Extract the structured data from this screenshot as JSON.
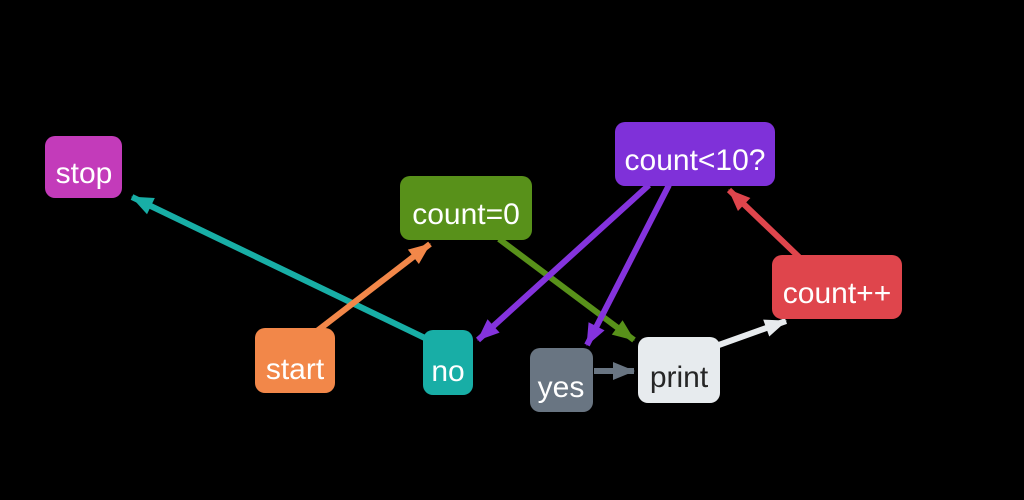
{
  "diagram": {
    "type": "flowchart",
    "background": "#000000",
    "nodes": [
      {
        "id": "stop",
        "label": "stop",
        "color": "#c33bba",
        "text_color": "#ffffff"
      },
      {
        "id": "count0",
        "label": "count=0",
        "color": "#58911a",
        "text_color": "#ffffff"
      },
      {
        "id": "cond",
        "label": "count<10?",
        "color": "#7f31d9",
        "text_color": "#ffffff"
      },
      {
        "id": "countpp",
        "label": "count++",
        "color": "#df454c",
        "text_color": "#ffffff"
      },
      {
        "id": "start",
        "label": "start",
        "color": "#f28749",
        "text_color": "#ffffff"
      },
      {
        "id": "no",
        "label": "no",
        "color": "#18aea6",
        "text_color": "#ffffff"
      },
      {
        "id": "yes",
        "label": "yes",
        "color": "#697582",
        "text_color": "#ffffff"
      },
      {
        "id": "print",
        "label": "print",
        "color": "#e7ebee",
        "text_color": "#262626"
      }
    ],
    "edges": [
      {
        "from": "no",
        "to": "stop",
        "color": "#18aea6"
      },
      {
        "from": "start",
        "to": "count0",
        "color": "#f28749"
      },
      {
        "from": "count0",
        "to": "print",
        "color": "#58911a"
      },
      {
        "from": "cond",
        "to": "no",
        "color": "#8433dd"
      },
      {
        "from": "cond",
        "to": "yes",
        "color": "#8433dd"
      },
      {
        "from": "countpp",
        "to": "cond",
        "color": "#df454c"
      },
      {
        "from": "yes",
        "to": "print",
        "color": "#697582"
      },
      {
        "from": "print",
        "to": "countpp",
        "color": "#e7ebee"
      }
    ]
  }
}
